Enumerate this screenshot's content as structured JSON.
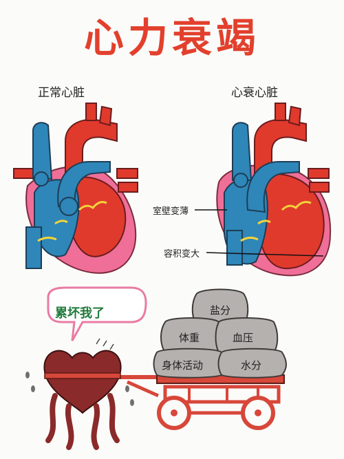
{
  "title": "心力衰竭",
  "labels": {
    "normal_heart": "正常心脏",
    "failing_heart": "心衰心脏"
  },
  "annotations": {
    "wall_thin": "室壁变薄",
    "volume_large": "容积变大"
  },
  "bubble": "累坏我了",
  "sacks": {
    "salt": "盐分",
    "weight": "体重",
    "blood_pressure": "血压",
    "activity": "身体活动",
    "water": "水分"
  },
  "colors": {
    "title_red": "#e2402d",
    "blue": "#2f86b8",
    "red": "#e03a2d",
    "pink": "#ef6f98",
    "heart_dark": "#8a2a2a",
    "sack_gray": "#b5b1ae",
    "cart_red": "#d7473a",
    "bubble_green": "#1f7a3a"
  }
}
